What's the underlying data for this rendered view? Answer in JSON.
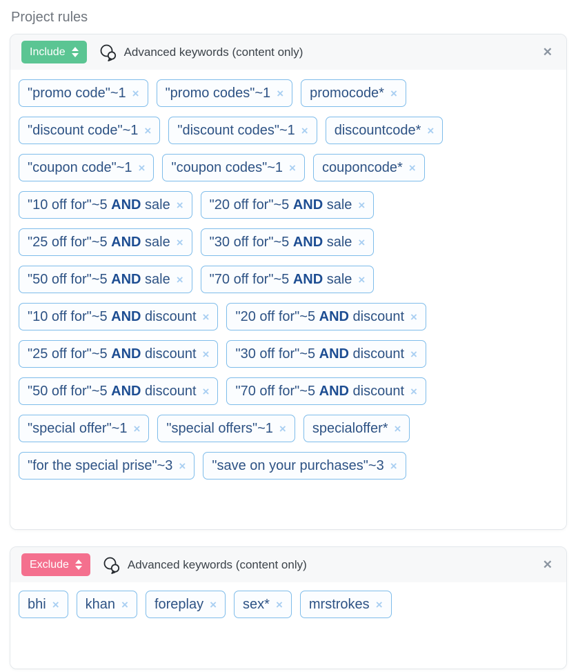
{
  "page": {
    "title": "Project rules"
  },
  "icons": {
    "dismiss": "×",
    "close": "✕"
  },
  "colors": {
    "include_accent": "#5bc593",
    "exclude_accent": "#f4708e",
    "chip_border": "#7ebcea",
    "chip_background": "#fbfdff",
    "chip_text": "#2d5284",
    "chip_operator": "#1d4d92",
    "chip_dismiss": "#a9cff2",
    "header_background": "#f7f8f9",
    "panel_border": "#e3e7eb",
    "close_icon": "#8b95a1",
    "title_text": "#6f757d"
  },
  "panels": [
    {
      "mode": "Include",
      "accent": "#5bc593",
      "label": "Advanced keywords (content only)",
      "rows": [
        [
          [
            {
              "t": "\"promo code\"~1"
            }
          ],
          [
            {
              "t": "\"promo codes\"~1"
            }
          ],
          [
            {
              "t": "promocode*"
            }
          ]
        ],
        [
          [
            {
              "t": "\"discount code\"~1"
            }
          ],
          [
            {
              "t": "\"discount codes\"~1"
            }
          ],
          [
            {
              "t": "discountcode*"
            }
          ]
        ],
        [
          [
            {
              "t": "\"coupon code\"~1"
            }
          ],
          [
            {
              "t": "\"coupon codes\"~1"
            }
          ],
          [
            {
              "t": "couponcode*"
            }
          ]
        ],
        [
          [
            {
              "t": "\"10 off for\"~5 "
            },
            {
              "t": "AND",
              "b": true
            },
            {
              "t": " sale"
            }
          ],
          [
            {
              "t": "\"20 off for\"~5 "
            },
            {
              "t": "AND",
              "b": true
            },
            {
              "t": " sale"
            }
          ]
        ],
        [
          [
            {
              "t": "\"25 off for\"~5 "
            },
            {
              "t": "AND",
              "b": true
            },
            {
              "t": " sale"
            }
          ],
          [
            {
              "t": "\"30 off for\"~5 "
            },
            {
              "t": "AND",
              "b": true
            },
            {
              "t": " sale"
            }
          ]
        ],
        [
          [
            {
              "t": "\"50 off for\"~5 "
            },
            {
              "t": "AND",
              "b": true
            },
            {
              "t": " sale"
            }
          ],
          [
            {
              "t": "\"70 off for\"~5 "
            },
            {
              "t": "AND",
              "b": true
            },
            {
              "t": " sale"
            }
          ]
        ],
        [
          [
            {
              "t": "\"10 off for\"~5 "
            },
            {
              "t": "AND",
              "b": true
            },
            {
              "t": " discount"
            }
          ],
          [
            {
              "t": "\"20 off for\"~5 "
            },
            {
              "t": "AND",
              "b": true
            },
            {
              "t": " discount"
            }
          ]
        ],
        [
          [
            {
              "t": "\"25 off for\"~5 "
            },
            {
              "t": "AND",
              "b": true
            },
            {
              "t": " discount"
            }
          ],
          [
            {
              "t": "\"30 off for\"~5 "
            },
            {
              "t": "AND",
              "b": true
            },
            {
              "t": " discount"
            }
          ]
        ],
        [
          [
            {
              "t": "\"50 off for\"~5 "
            },
            {
              "t": "AND",
              "b": true
            },
            {
              "t": " discount"
            }
          ],
          [
            {
              "t": "\"70 off for\"~5 "
            },
            {
              "t": "AND",
              "b": true
            },
            {
              "t": " discount"
            }
          ]
        ],
        [
          [
            {
              "t": "\"special offer\"~1"
            }
          ],
          [
            {
              "t": "\"special offers\"~1"
            }
          ],
          [
            {
              "t": "specialoffer*"
            }
          ]
        ],
        [
          [
            {
              "t": "\"for the special prise\"~3"
            }
          ],
          [
            {
              "t": "\"save on your purchases\"~3"
            }
          ]
        ]
      ]
    },
    {
      "mode": "Exclude",
      "accent": "#f4708e",
      "label": "Advanced keywords (content only)",
      "rows": [
        [
          [
            {
              "t": "bhi"
            }
          ],
          [
            {
              "t": "khan"
            }
          ],
          [
            {
              "t": "foreplay"
            }
          ],
          [
            {
              "t": "sex*"
            }
          ],
          [
            {
              "t": "mrstrokes"
            }
          ]
        ]
      ]
    }
  ]
}
